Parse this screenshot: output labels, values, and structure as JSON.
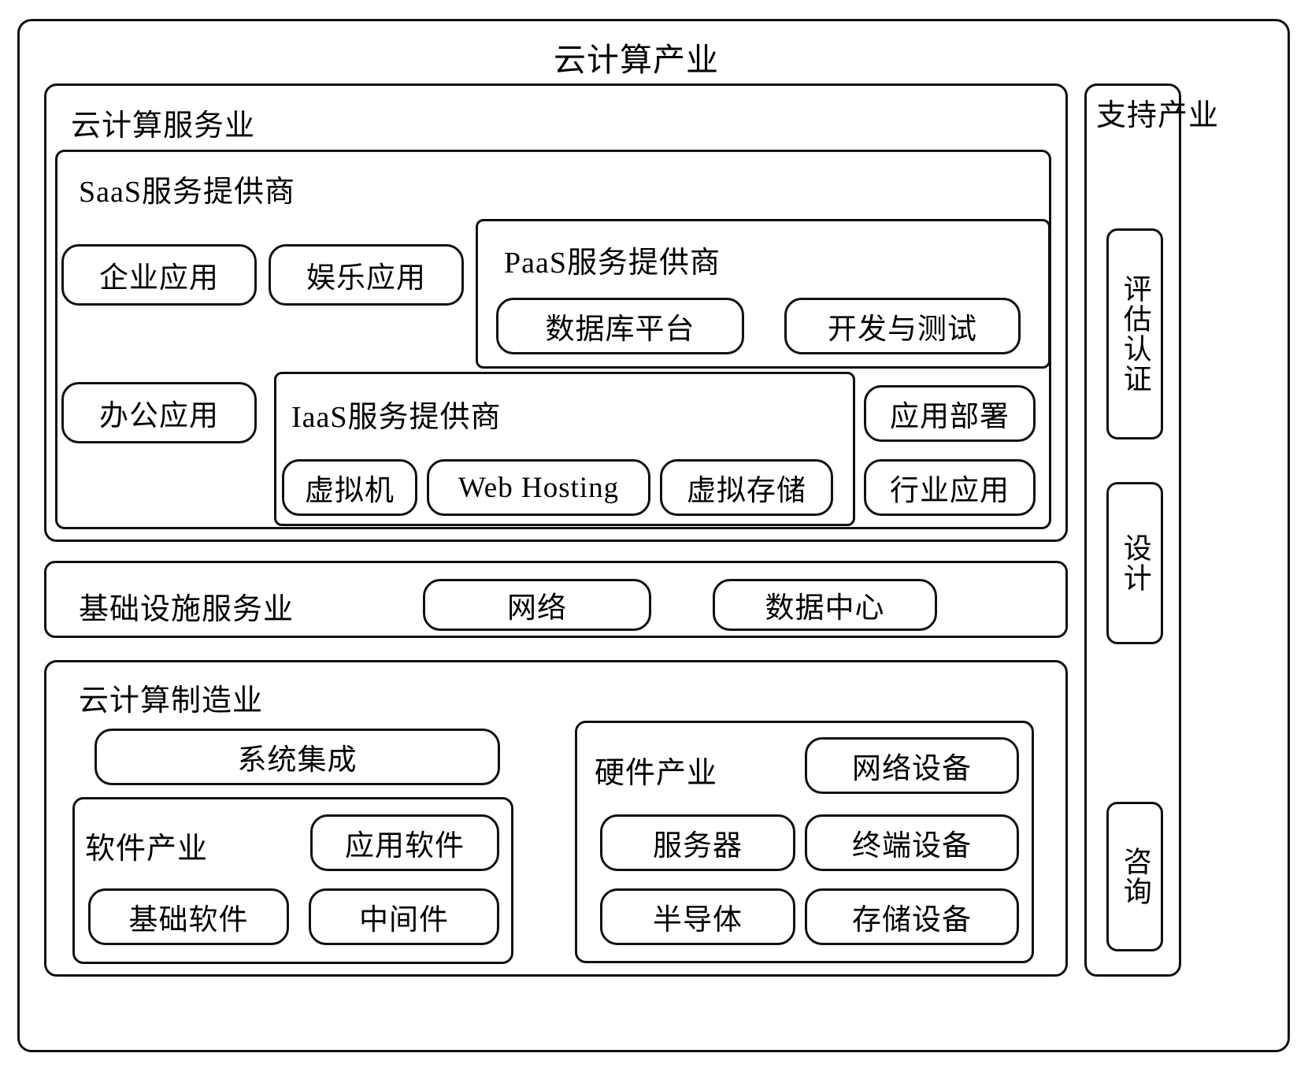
{
  "diagram": {
    "title": "云计算产业",
    "service_industry": {
      "title": "云计算服务业",
      "saas": {
        "title": "SaaS服务提供商",
        "items": [
          {
            "label": "企业应用"
          },
          {
            "label": "娱乐应用"
          },
          {
            "label": "办公应用"
          },
          {
            "label": "应用部署"
          },
          {
            "label": "行业应用"
          }
        ]
      },
      "paas": {
        "title": "PaaS服务提供商",
        "items": [
          {
            "label": "数据库平台"
          },
          {
            "label": "开发与测试"
          }
        ]
      },
      "iaas": {
        "title": "IaaS服务提供商",
        "items": [
          {
            "label": "虚拟机"
          },
          {
            "label": "Web Hosting"
          },
          {
            "label": "虚拟存储"
          }
        ]
      }
    },
    "infrastructure_industry": {
      "title": "基础设施服务业",
      "items": [
        {
          "label": "网络"
        },
        {
          "label": "数据中心"
        }
      ]
    },
    "manufacturing_industry": {
      "title": "云计算制造业",
      "system_integration": "系统集成",
      "software": {
        "title": "软件产业",
        "items": [
          {
            "label": "应用软件"
          },
          {
            "label": "基础软件"
          },
          {
            "label": "中间件"
          }
        ]
      },
      "hardware": {
        "title": "硬件产业",
        "items": [
          {
            "label": "网络设备"
          },
          {
            "label": "服务器"
          },
          {
            "label": "终端设备"
          },
          {
            "label": "半导体"
          },
          {
            "label": "存储设备"
          }
        ]
      }
    },
    "support_industry": {
      "title": "支持产业",
      "items": [
        {
          "label": "评估认证"
        },
        {
          "label": "设计"
        },
        {
          "label": "咨询"
        }
      ]
    },
    "colors": {
      "stroke": "#111111",
      "background": "#ffffff",
      "text": "#000000"
    }
  }
}
